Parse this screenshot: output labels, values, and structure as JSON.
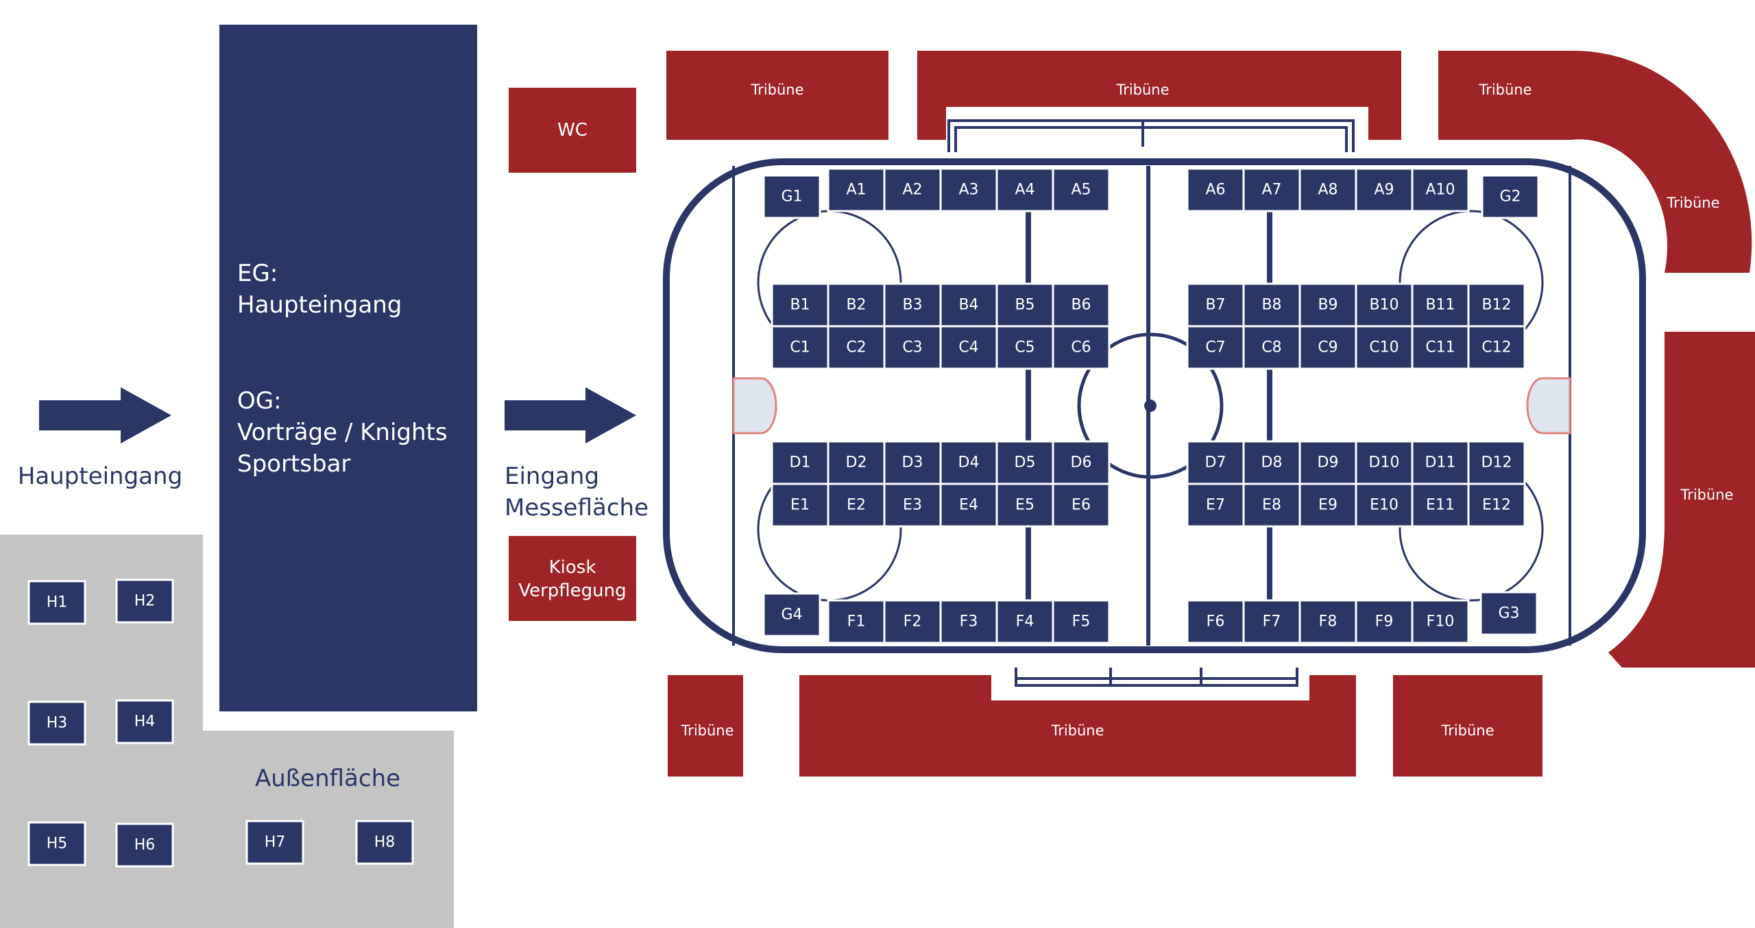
{
  "building": {
    "eg_label": "EG:",
    "eg_value": "Haupteingang",
    "og_label": "OG:",
    "og_line1": "Vorträge / Knights",
    "og_line2": "Sportsbar"
  },
  "entrances": {
    "main": "Haupteingang",
    "hall_line1": "Eingang",
    "hall_line2": "Messefläche"
  },
  "facilities": {
    "wc": "WC",
    "kiosk_line1": "Kiosk",
    "kiosk_line2": "Verpflegung"
  },
  "outdoor": {
    "label": "Außenfläche",
    "booths": [
      "H1",
      "H2",
      "H3",
      "H4",
      "H5",
      "H6",
      "H7",
      "H8"
    ]
  },
  "tribune_label": "Tribüne",
  "rows": {
    "A_left": [
      "A1",
      "A2",
      "A3",
      "A4",
      "A5"
    ],
    "A_right": [
      "A6",
      "A7",
      "A8",
      "A9",
      "A10"
    ],
    "B_left": [
      "B1",
      "B2",
      "B3",
      "B4",
      "B5",
      "B6"
    ],
    "B_right": [
      "B7",
      "B8",
      "B9",
      "B10",
      "B11",
      "B12"
    ],
    "C_left": [
      "C1",
      "C2",
      "C3",
      "C4",
      "C5",
      "C6"
    ],
    "C_right": [
      "C7",
      "C8",
      "C9",
      "C10",
      "C11",
      "C12"
    ],
    "D_left": [
      "D1",
      "D2",
      "D3",
      "D4",
      "D5",
      "D6"
    ],
    "D_right": [
      "D7",
      "D8",
      "D9",
      "D10",
      "D11",
      "D12"
    ],
    "E_left": [
      "E1",
      "E2",
      "E3",
      "E4",
      "E5",
      "E6"
    ],
    "E_right": [
      "E7",
      "E8",
      "E9",
      "E10",
      "E11",
      "E12"
    ],
    "F_left": [
      "F1",
      "F2",
      "F3",
      "F4",
      "F5"
    ],
    "F_right": [
      "F6",
      "F7",
      "F8",
      "F9",
      "F10"
    ],
    "G": [
      "G1",
      "G2",
      "G3",
      "G4"
    ]
  },
  "colors": {
    "navy": "#2b3667",
    "red": "#9e2428",
    "gray": "#c4c4c4",
    "goal_crease": "#dfe5ee"
  }
}
